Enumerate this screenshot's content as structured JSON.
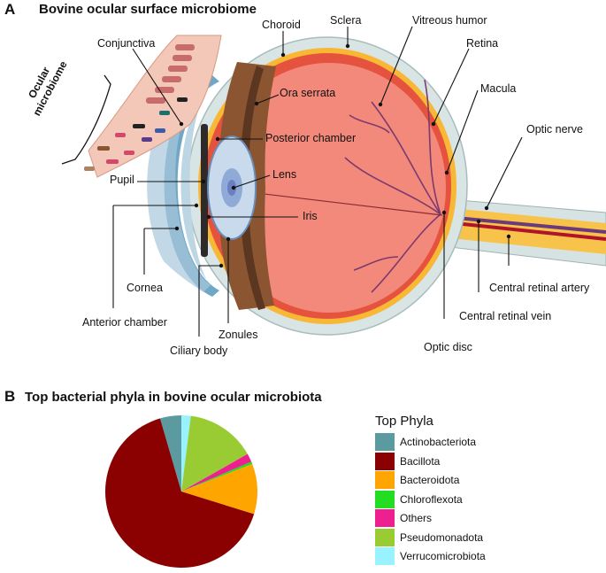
{
  "panelA": {
    "letter": "A",
    "title": "Bovine ocular surface microbiome",
    "labels": {
      "choroid": "Choroid",
      "sclera": "Sclera",
      "vitreous_humor": "Vitreous humor",
      "retina": "Retina",
      "conjunctiva": "Conjunctiva",
      "ocular_microbiome": "Ocular\nmicrobiome",
      "ora_serrata": "Ora serrata",
      "macula": "Macula",
      "posterior_chamber": "Posterior chamber",
      "optic_nerve": "Optic nerve",
      "lens": "Lens",
      "pupil": "Pupil",
      "iris": "Iris",
      "cornea": "Cornea",
      "anterior_chamber": "Anterior chamber",
      "zonules": "Zonules",
      "ciliary_body": "Ciliary body",
      "optic_disc": "Optic disc",
      "central_retinal_vein": "Central retinal vein",
      "central_retinal_artery": "Central retinal artery"
    }
  },
  "panelB": {
    "letter": "B",
    "title": "Top bacterial phyla in bovine ocular microbiota"
  },
  "chart_data": {
    "type": "pie",
    "title": "Top bacterial phyla in bovine ocular microbiota",
    "legend_title": "Top Phyla",
    "legend_position": "right",
    "slices": [
      {
        "name": "Actinobacteriota",
        "value": 4.5,
        "color": "#5b9a9e"
      },
      {
        "name": "Bacillota",
        "value": 65.7,
        "color": "#8b0000"
      },
      {
        "name": "Bacteroidota",
        "value": 10.7,
        "color": "#ffa500"
      },
      {
        "name": "Chloroflexota",
        "value": 0.5,
        "color": "#22dd22"
      },
      {
        "name": "Others",
        "value": 1.8,
        "color": "#ee1f8f"
      },
      {
        "name": "Pseudomonadota",
        "value": 14.8,
        "color": "#99cc33"
      },
      {
        "name": "Verrucomicrobiota",
        "value": 2.0,
        "color": "#99f2ff"
      }
    ],
    "draw_order": [
      "Verrucomicrobiota",
      "Pseudomonadota",
      "Others",
      "Chloroflexota",
      "Bacteroidota",
      "Bacillota",
      "Actinobacteriota"
    ]
  }
}
